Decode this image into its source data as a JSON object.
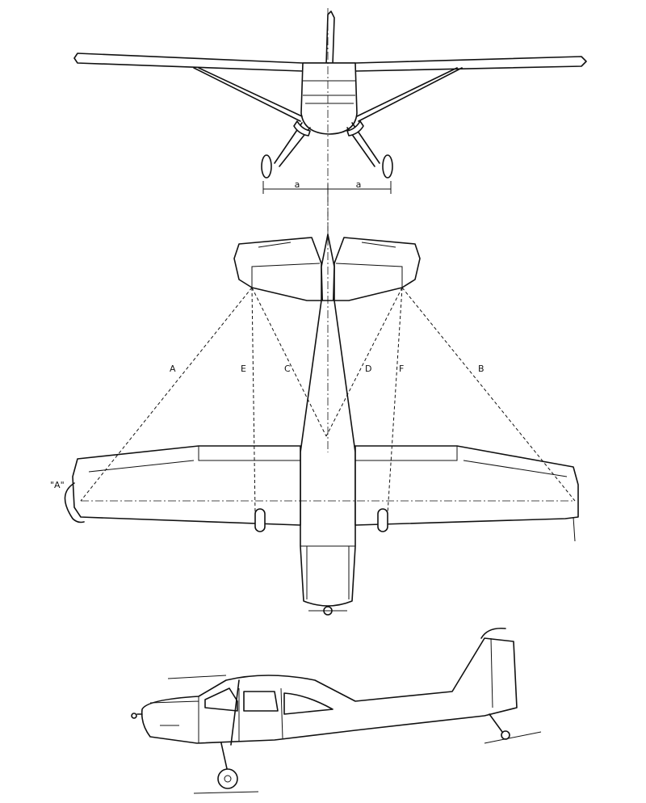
{
  "front_view": {
    "dimension_left": "a",
    "dimension_right": "a"
  },
  "top_view": {
    "line_labels": [
      "A",
      "E",
      "C",
      "D",
      "F",
      "B"
    ],
    "detail_label": "\"A\""
  }
}
